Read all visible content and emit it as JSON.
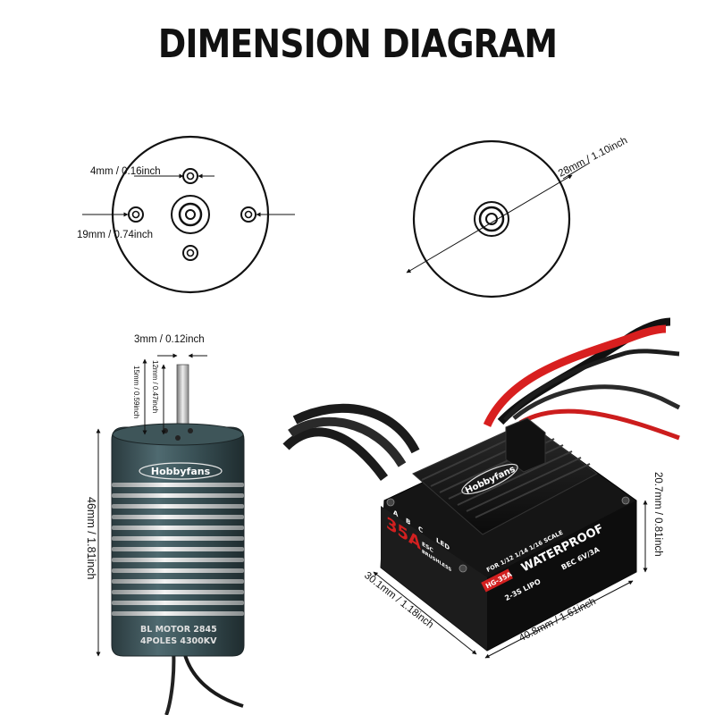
{
  "title": "DIMENSION DIAGRAM",
  "motor_face": {
    "hole_spacing_small": "4mm / 0.16inch",
    "hole_spacing_large": "19mm / 0.74inch"
  },
  "motor_rear": {
    "diameter": "28mm / 1.10inch"
  },
  "motor_side": {
    "shaft_diameter": "3mm / 0.12inch",
    "shaft_length_a": "12mm / 0.47inch",
    "shaft_length_b": "15mm / 0.59inch",
    "body_length": "46mm / 1.81inch",
    "brand": "Hobbyfans",
    "label_line1": "BL MOTOR 2845",
    "label_line2": "4POLES 4300KV"
  },
  "esc": {
    "height": "20.7mm / 0.81inch",
    "width": "30.1mm / 1.18inch",
    "length": "40.8mm / 1.61inch",
    "brand": "Hobbyfans",
    "amp_big": "35A",
    "esc_small": "ESC",
    "brushless": "BRUSHLESS",
    "scale": "FOR 1/12 1/14 1/16 SCALE",
    "model": "HG-35A",
    "waterproof": "WATERPROOF",
    "lipo": "2-3S LIPO",
    "bec": "BEC 6V/3A",
    "phase_a": "A",
    "phase_b": "B",
    "phase_c": "C",
    "led": "LED"
  }
}
